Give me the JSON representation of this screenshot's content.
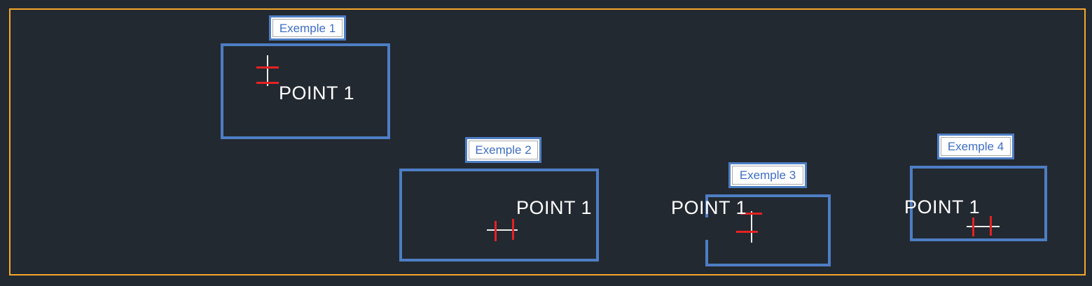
{
  "colors": {
    "background": "#232931",
    "frame_orange": "#F5A82B",
    "entity_blue": "#4D7EC4",
    "label_text_blue": "#3D6EC4",
    "label_fill": "#FFFFFF",
    "label_inner_border": "#A8A8A8",
    "marker_red": "#E62222",
    "marker_white": "#EDEDED",
    "point_text": "#FFFFFF"
  },
  "examples": [
    {
      "label": "Exemple 1",
      "point_label": "POINT 1",
      "marker_orientation": "vertical"
    },
    {
      "label": "Exemple 2",
      "point_label": "POINT 1",
      "marker_orientation": "horizontal"
    },
    {
      "label": "Exemple 3",
      "point_label": "POINT 1",
      "marker_orientation": "vertical"
    },
    {
      "label": "Exemple 4",
      "point_label": "POINT 1",
      "marker_orientation": "horizontal"
    }
  ]
}
